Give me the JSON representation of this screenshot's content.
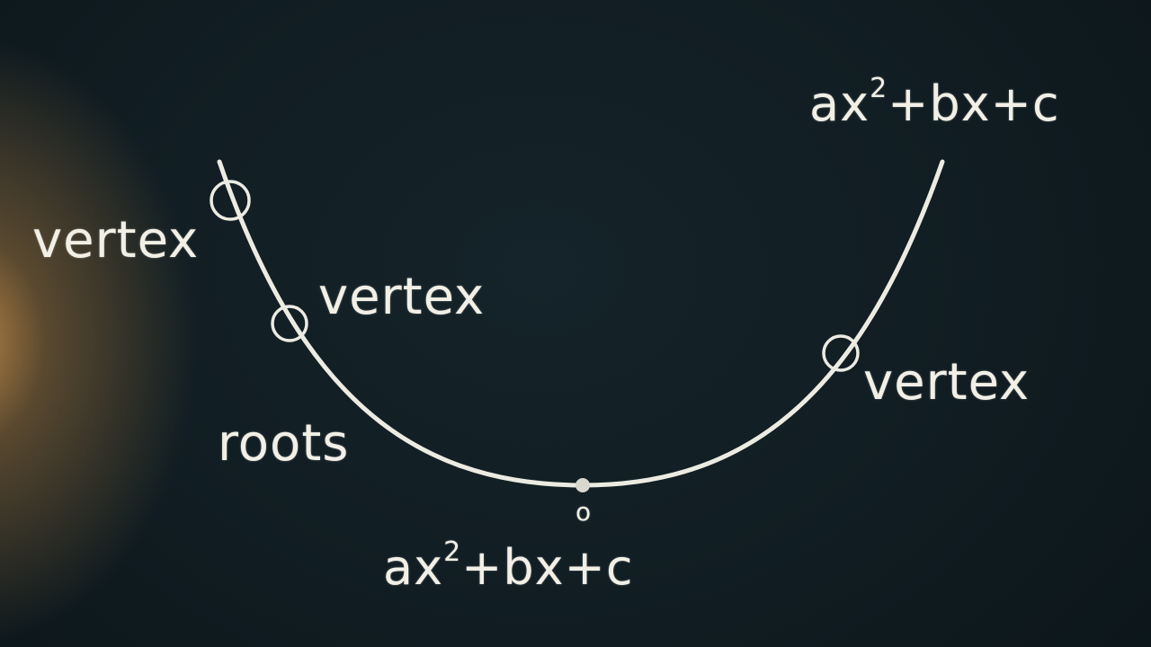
{
  "diagram": {
    "formula_top": {
      "base": "ax",
      "exponent": "2",
      "rest": "+bx+c"
    },
    "formula_bottom": {
      "base": "ax",
      "exponent": "2",
      "rest": "+bx+c"
    },
    "labels": {
      "vertex_left": "vertex",
      "vertex_middle": "vertex",
      "vertex_right": "vertex",
      "roots": "roots"
    },
    "bottom_marker": "o"
  },
  "colors": {
    "chalk": "#f2f0e6",
    "board": "#101c21",
    "glow": "#c48c48"
  }
}
